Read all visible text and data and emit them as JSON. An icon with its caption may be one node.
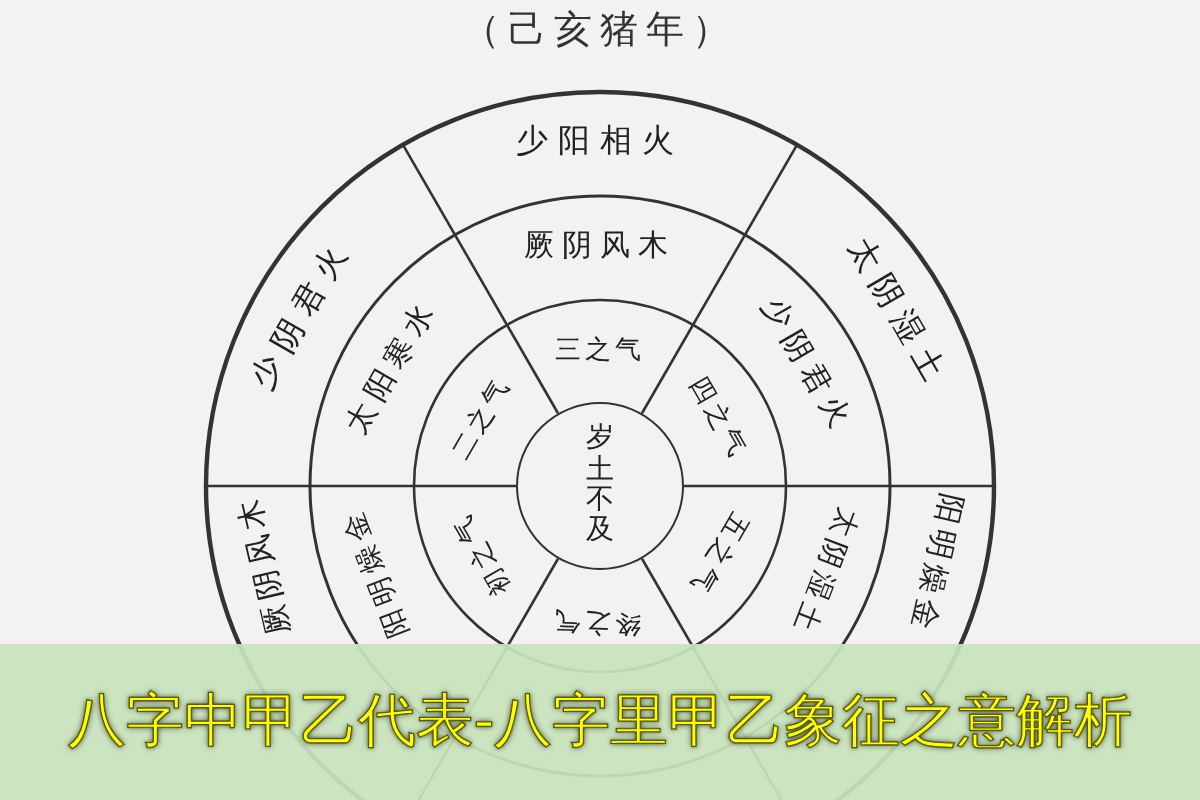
{
  "diagram": {
    "title": "（己亥猪年）",
    "caption": "八字中甲乙代表-八字里甲乙象征之意解析",
    "nodes": [
      {
        "text": [
          "少阳相火"
        ]
      },
      {
        "text": [
          "少阴君火"
        ]
      },
      {
        "text": [
          "太阴湿土"
        ]
      },
      {
        "text": [
          "厥阴风木"
        ]
      },
      {
        "text": [
          "阳明燥金"
        ]
      },
      {
        "text": [
          "厥阴风木"
        ]
      },
      {
        "text": [
          "太阳寒水"
        ]
      },
      {
        "text": [
          "少阴君火"
        ]
      },
      {
        "text": [
          "阳明燥金"
        ]
      },
      {
        "text": [
          "太阴湿土"
        ]
      },
      {
        "text": [
          "三之气"
        ]
      },
      {
        "text": [
          "二之气"
        ]
      },
      {
        "text": [
          "四之气"
        ]
      },
      {
        "text": [
          "岁土不及"
        ]
      },
      {
        "text": [
          "初之气"
        ]
      },
      {
        "text": [
          "五之气"
        ]
      },
      {
        "text": [
          "终之气"
        ]
      }
    ]
  }
}
